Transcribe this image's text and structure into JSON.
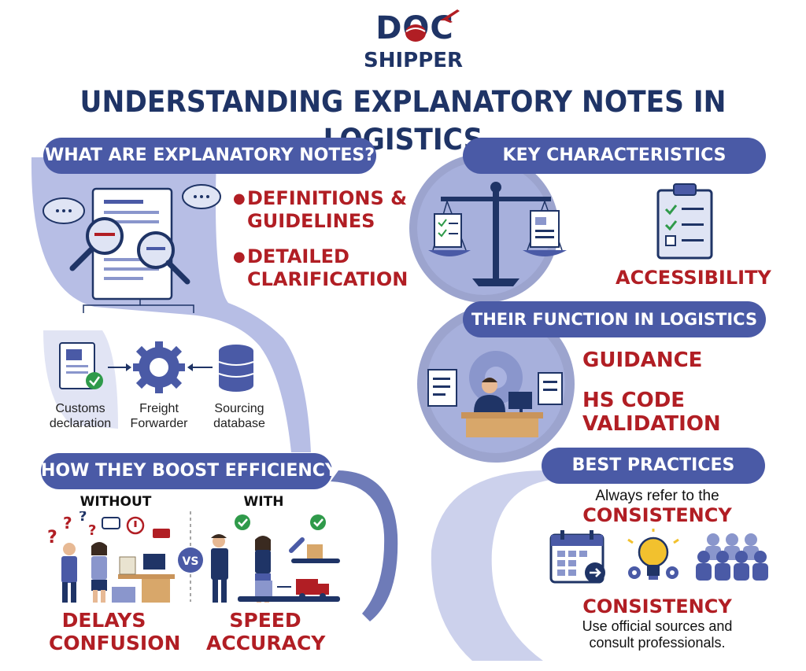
{
  "logo": {
    "word1": "DOC",
    "word2": "SHIPPER"
  },
  "title": "UNDERSTANDING EXPLANATORY NOTES IN LOGISTICS",
  "what": {
    "heading": "WHAT ARE EXPLANATORY NOTES?",
    "bullets": [
      {
        "line1": "DEFINITIONS &",
        "line2": "GUIDELINES"
      },
      {
        "line1": "DETAILED",
        "line2": "CLARIFICATION"
      }
    ],
    "items": [
      {
        "line1": "Customs",
        "line2": "declaration"
      },
      {
        "line1": "Freight",
        "line2": "Forwarder"
      },
      {
        "line1": "Sourcing",
        "line2": "database"
      }
    ]
  },
  "key": {
    "heading": "KEY CHARACTERISTICS",
    "label": "ACCESSIBILITY"
  },
  "function": {
    "heading": "THEIR FUNCTION IN LOGISTICS",
    "item1": "GUIDANCE",
    "item2_line1": "HS CODE",
    "item2_line2": "VALIDATION"
  },
  "efficiency": {
    "heading": "HOW THEY BOOST EFFICIENCY",
    "without": "WITHOUT",
    "with": "WITH",
    "vs": "VS",
    "bad_line1": "DELAYS",
    "bad_line2": "CONFUSION",
    "good_line1": "SPEED",
    "good_line2": "ACCURACY"
  },
  "best": {
    "heading": "BEST PRACTICES",
    "intro": "Always refer to the",
    "highlight1": "CONSISTENCY",
    "highlight2": "CONSISTENCY",
    "note_line1": "Use official sources and",
    "note_line2": "consult professionals."
  },
  "colors": {
    "navy": "#1f3466",
    "accent": "#4a5aa6",
    "red": "#b11e24",
    "light": "#aab3e0"
  }
}
